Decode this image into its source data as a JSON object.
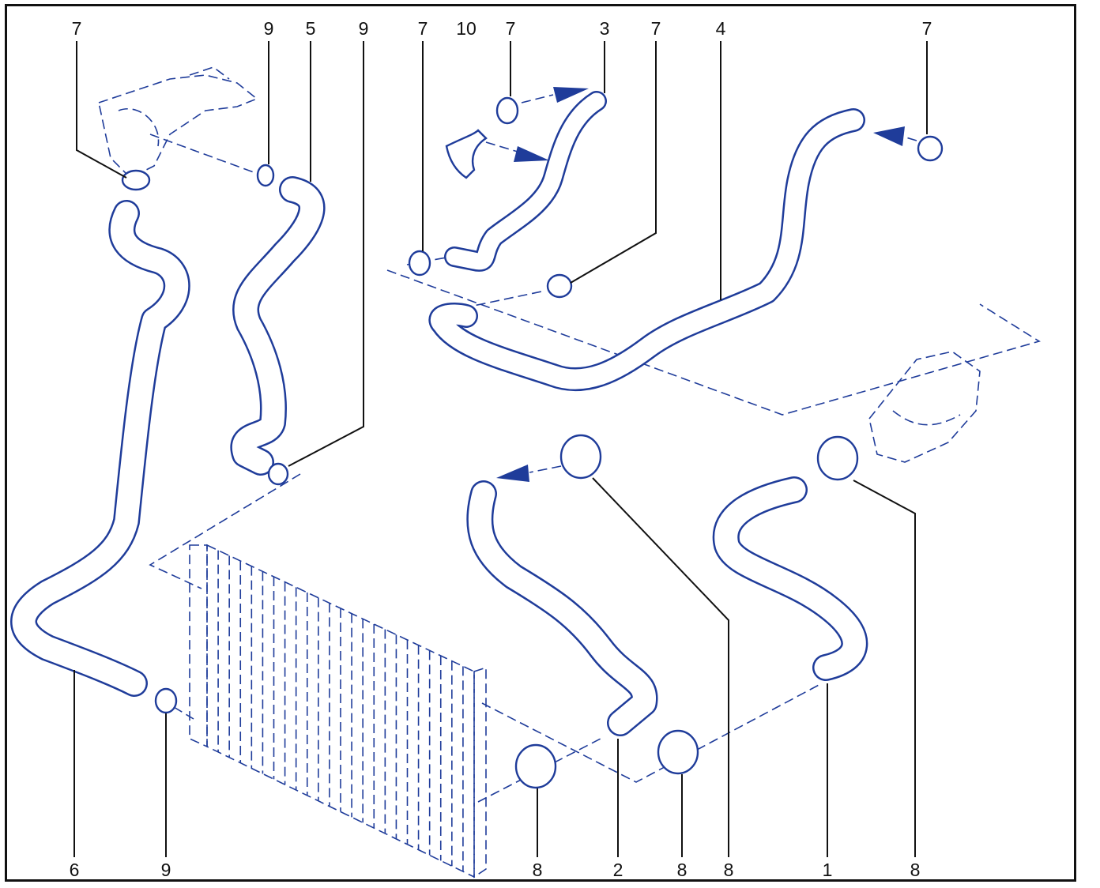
{
  "callouts": {
    "top": [
      "7",
      "9",
      "5",
      "9",
      "7",
      "10",
      "7",
      "3",
      "7",
      "4",
      "7"
    ],
    "bottom": [
      "6",
      "9",
      "8",
      "2",
      "8",
      "8",
      "1",
      "8"
    ]
  },
  "colors": {
    "line": "#1f3c9a",
    "leader": "#111111",
    "background": "#ffffff"
  }
}
